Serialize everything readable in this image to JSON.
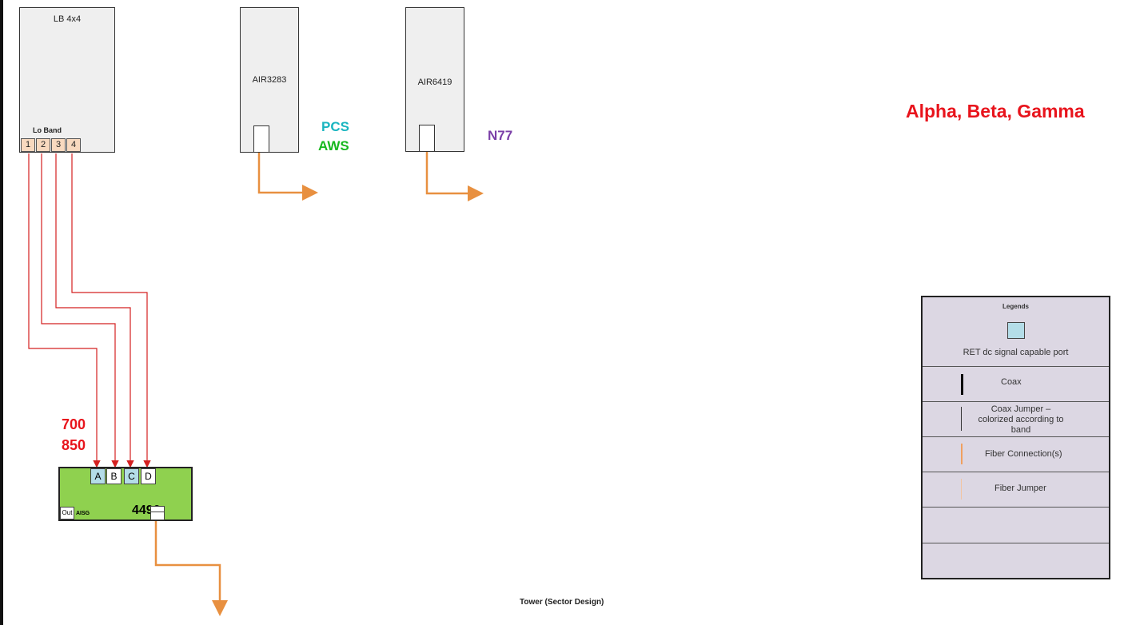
{
  "title": "Alpha, Beta, Gamma",
  "footer": "Tower (Sector Design)",
  "antennas": {
    "lb": {
      "name": "LB 4x4",
      "port_group": "Lo Band",
      "ports": [
        "1",
        "2",
        "3",
        "4"
      ]
    },
    "air3283": {
      "name": "AIR3283",
      "bands": [
        "PCS",
        "AWS"
      ]
    },
    "air6419": {
      "name": "AIR6419",
      "bands": [
        "N77"
      ]
    }
  },
  "combiner": {
    "name": "4490",
    "ports": [
      "A",
      "B",
      "C",
      "D"
    ],
    "out_label": "Out",
    "aisg_label": "AISG",
    "bands": [
      "700",
      "850"
    ]
  },
  "legend": {
    "title": "Legends",
    "items": [
      "RET dc signal capable port",
      "Coax",
      "Coax Jumper – colorized according to band",
      "Fiber Connection(s)",
      "Fiber Jumper"
    ]
  },
  "colors": {
    "title": "#e8141c",
    "pcs": "#1ab5c0",
    "aws": "#16b81e",
    "n77": "#7b3fa8",
    "band_700_850": "#e8141c",
    "fiber": "#f0a060",
    "coax_jumper": "#e03030",
    "combiner": "#8fd14f",
    "ret_port": "#b4dde8",
    "legend_bg": "#dcd7e3"
  },
  "icons": [
    "arrow-icon"
  ]
}
